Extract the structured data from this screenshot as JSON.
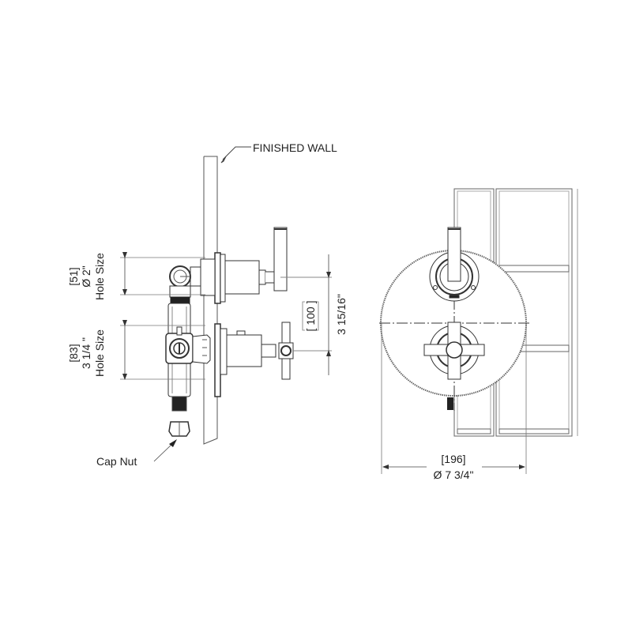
{
  "colors": {
    "line": "#333333",
    "thin": "#777777",
    "fill_dark": "#222222",
    "background": "#ffffff"
  },
  "labels": {
    "finished_wall": "FINISHED WALL",
    "cap_nut": "Cap Nut"
  },
  "dimensions": {
    "upper_hole": {
      "metric": "[51]",
      "imperial": "Ø 2\"",
      "caption": "Hole Size"
    },
    "lower_hole": {
      "metric": "[83]",
      "imperial": "3 1/4 \"",
      "caption": "Hole Size"
    },
    "center_spacing": {
      "metric": "[ 100 ]",
      "imperial": "3 15/16\""
    },
    "plate_diameter": {
      "metric": "[196]",
      "imperial": "Ø 7 3/4\""
    }
  },
  "views": {
    "side": "side-elevation",
    "front": "front-elevation"
  }
}
